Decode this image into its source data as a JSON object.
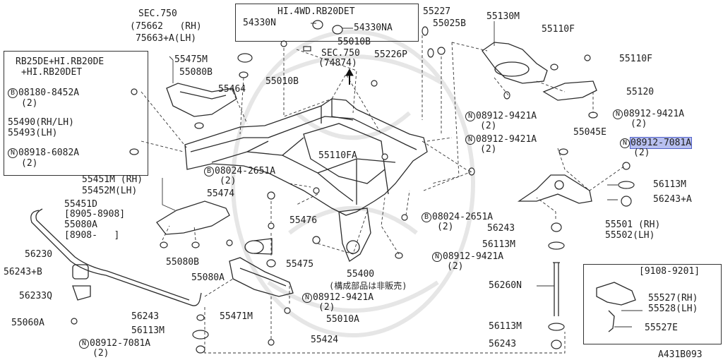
{
  "colors": {
    "line": "#333333",
    "highlight": "#b8c0f0",
    "highlight_border": "#5060c8",
    "background": "#ffffff"
  },
  "boxes": {
    "rb25": {
      "lines": [
        "RB25DE+HI.RB20DE",
        "+HI.RB20DET"
      ]
    },
    "hi4wd": {
      "title": "HI.4WD.RB20DET"
    },
    "range": {
      "title": "[9108-9201]"
    }
  },
  "sec750a": {
    "title": "SEC.750",
    "lines": [
      "(75662   (RH)",
      "75663+A(LH)"
    ]
  },
  "sec750b": {
    "title": "SEC.750",
    "ref": "(74874)"
  },
  "labels": [
    {
      "id": "p54330n",
      "text": "54330N"
    },
    {
      "id": "p54330na",
      "text": "54330NA"
    },
    {
      "id": "p55010b_t",
      "text": "55010B"
    },
    {
      "id": "p55227",
      "text": "55227"
    },
    {
      "id": "p55025b",
      "text": "55025B"
    },
    {
      "id": "p55226p",
      "text": "55226P"
    },
    {
      "id": "p55130m",
      "text": "55130M"
    },
    {
      "id": "p55110f_a",
      "text": "55110F"
    },
    {
      "id": "p55110f_b",
      "text": "55110F"
    },
    {
      "id": "p55120",
      "text": "55120"
    },
    {
      "id": "p55475m",
      "text": "55475M"
    },
    {
      "id": "p55080b_a",
      "text": "55080B"
    },
    {
      "id": "p55464",
      "text": "55464"
    },
    {
      "id": "p55010b_l",
      "text": "55010B"
    },
    {
      "id": "p08180",
      "prefix": "B",
      "text": "08180-8452A"
    },
    {
      "id": "q2a",
      "text": "(2)"
    },
    {
      "id": "p55490",
      "text": "55490(RH/LH)"
    },
    {
      "id": "p55493",
      "text": "55493(LH)"
    },
    {
      "id": "p08918",
      "prefix": "N",
      "text": "08918-6082A"
    },
    {
      "id": "q2b",
      "text": "(2)"
    },
    {
      "id": "p08912_a",
      "prefix": "N",
      "text": "08912-9421A"
    },
    {
      "id": "q2c",
      "text": "(2)"
    },
    {
      "id": "p08912_b",
      "prefix": "N",
      "text": "08912-9421A"
    },
    {
      "id": "q2d",
      "text": "(2)"
    },
    {
      "id": "p55045e",
      "text": "55045E"
    },
    {
      "id": "p08912_c",
      "prefix": "N",
      "text": "08912-9421A"
    },
    {
      "id": "q2e",
      "text": "(2)"
    },
    {
      "id": "p08912_7081",
      "prefix": "N",
      "text": "08912-7081A",
      "highlighted": true
    },
    {
      "id": "q2f",
      "text": "(2)"
    },
    {
      "id": "p55110fa",
      "text": "55110FA"
    },
    {
      "id": "p08024_a",
      "prefix": "B",
      "text": "08024-2651A"
    },
    {
      "id": "q2g",
      "text": "(2)"
    },
    {
      "id": "p55451m",
      "text": "55451M (RH)"
    },
    {
      "id": "p55452m",
      "text": "55452M(LH)"
    },
    {
      "id": "p55451d",
      "text": "55451D"
    },
    {
      "id": "p8905",
      "text": "[8905-8908]"
    },
    {
      "id": "p55080a_l",
      "text": "55080A"
    },
    {
      "id": "p8908",
      "text": "[8908-   ]"
    },
    {
      "id": "p55474",
      "text": "55474"
    },
    {
      "id": "p55476",
      "text": "55476"
    },
    {
      "id": "p08024_b",
      "prefix": "B",
      "text": "08024-2651A"
    },
    {
      "id": "q2h",
      "text": "(2)"
    },
    {
      "id": "p56113m_r1",
      "text": "56113M"
    },
    {
      "id": "p56243a",
      "text": "56243+A"
    },
    {
      "id": "p55501",
      "text": "55501 (RH)"
    },
    {
      "id": "p55502",
      "text": "55502(LH)"
    },
    {
      "id": "p56243_r",
      "text": "56243"
    },
    {
      "id": "p56113m_r2",
      "text": "56113M"
    },
    {
      "id": "p08912_d",
      "prefix": "N",
      "text": "08912-9421A"
    },
    {
      "id": "q2i",
      "text": "(2)"
    },
    {
      "id": "p56230",
      "text": "56230"
    },
    {
      "id": "p55080b_b",
      "text": "55080B"
    },
    {
      "id": "p55475",
      "text": "55475"
    },
    {
      "id": "p55400",
      "text": "55400"
    },
    {
      "id": "p55400note",
      "text": "(構成部品は非販売)"
    },
    {
      "id": "p56243b",
      "text": "56243+B"
    },
    {
      "id": "p55080a_c",
      "text": "55080A"
    },
    {
      "id": "p56233q",
      "text": "56233Q"
    },
    {
      "id": "p08912_e",
      "prefix": "N",
      "text": "08912-9421A"
    },
    {
      "id": "q2j",
      "text": "(2)"
    },
    {
      "id": "p56260n",
      "text": "56260N"
    },
    {
      "id": "p55527",
      "text": "55527(RH)"
    },
    {
      "id": "p55528",
      "text": "55528(LH)"
    },
    {
      "id": "p56243_l",
      "text": "56243"
    },
    {
      "id": "p55471m",
      "text": "55471M"
    },
    {
      "id": "p55010a",
      "text": "55010A"
    },
    {
      "id": "p55060a",
      "text": "55060A"
    },
    {
      "id": "p56113m_l",
      "text": "56113M"
    },
    {
      "id": "p56113m_r3",
      "text": "56113M"
    },
    {
      "id": "p55527e",
      "text": "55527E"
    },
    {
      "id": "p08912_f",
      "prefix": "N",
      "text": "08912-7081A"
    },
    {
      "id": "q2k",
      "text": "(2)"
    },
    {
      "id": "p55424",
      "text": "55424"
    },
    {
      "id": "p56243_r2",
      "text": "56243"
    },
    {
      "id": "p_code",
      "text": "A431B093"
    }
  ]
}
